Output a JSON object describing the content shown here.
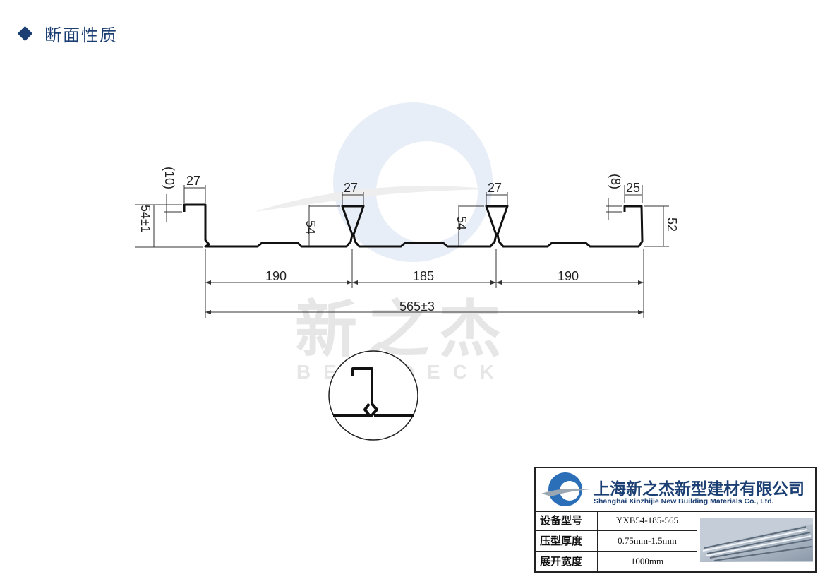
{
  "section": {
    "title": "断面性质"
  },
  "drawing": {
    "dimensions": {
      "width_1": "190",
      "width_2": "185",
      "width_3": "190",
      "total_width": "565±3",
      "height_left": "54±1",
      "height_mid_1": "54",
      "height_mid_2": "54",
      "height_right": "52",
      "lip_left": "(10)",
      "lip_right": "(8)",
      "rib_left": "27",
      "rib_mid_1": "27",
      "rib_mid_2": "27",
      "rib_right": "25"
    }
  },
  "watermark": {
    "cn": "新之杰",
    "en": "BESTDECK"
  },
  "company": {
    "name_cn": "上海新之杰新型建材有限公司",
    "name_en": "Shanghai Xinzhijie New Building Materials Co., Ltd."
  },
  "specs": [
    {
      "label": "设备型号",
      "value": "YXB54-185-565"
    },
    {
      "label": "压型厚度",
      "value": "0.75mm-1.5mm"
    },
    {
      "label": "展开宽度",
      "value": "1000mm"
    }
  ],
  "colors": {
    "brand": "#1c3f73",
    "logo_blue": "#2b6fb8",
    "watermark": "#e6e6e6"
  },
  "icons": {
    "bullet": "diamond-icon",
    "logo": "company-logo-icon",
    "photo": "deck-photo"
  }
}
